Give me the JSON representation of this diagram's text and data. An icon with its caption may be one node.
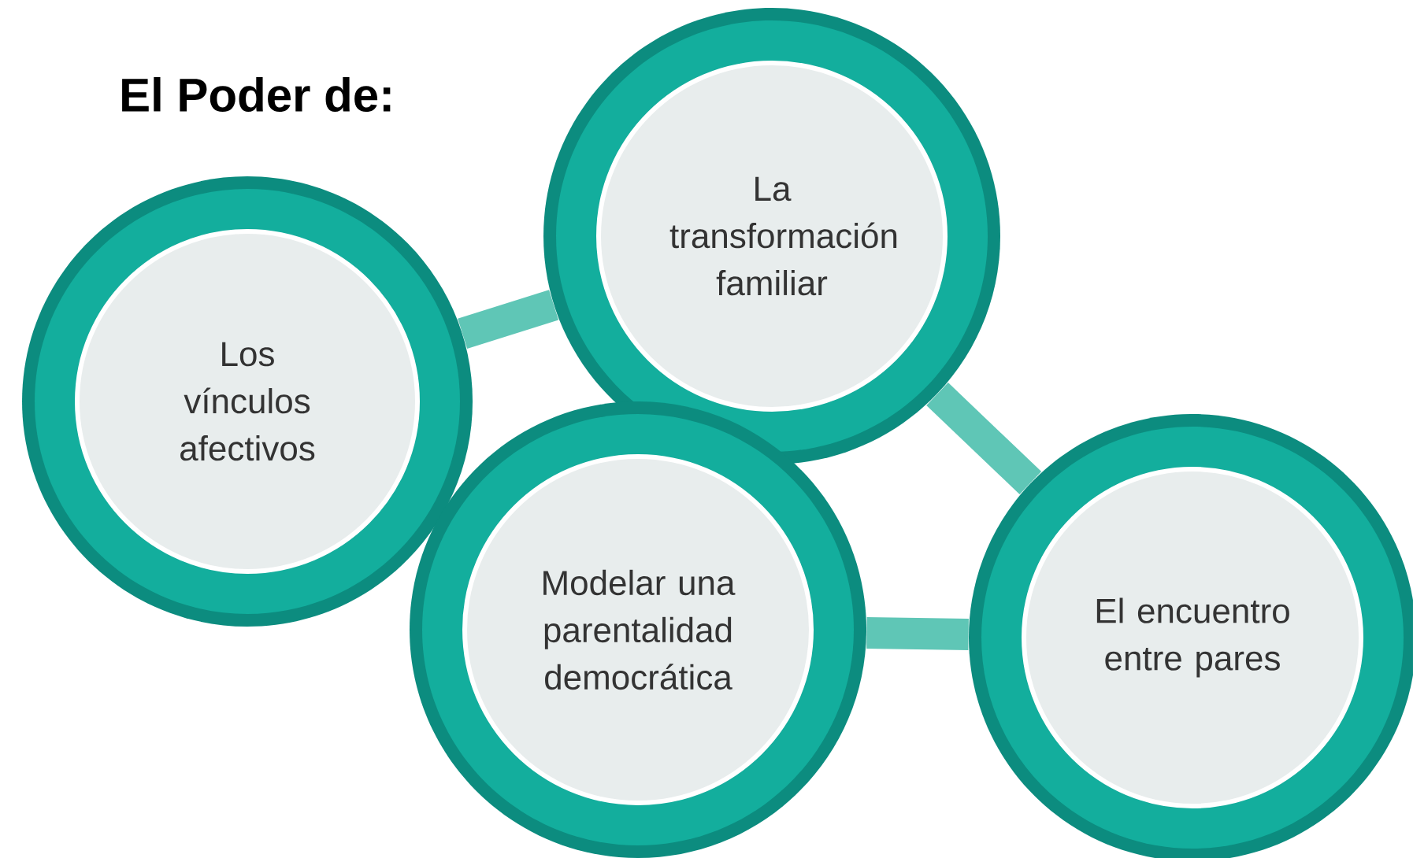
{
  "diagram": {
    "title": "El Poder de:",
    "nodes": [
      {
        "text": [
          "Los vínculos afectivos"
        ]
      },
      {
        "text": [
          "La transformación familiar"
        ]
      },
      {
        "text": [
          "Modelar una parentalidad democrática"
        ]
      },
      {
        "text": [
          "El encuentro entre pares"
        ]
      }
    ],
    "edges": [
      {
        "from": 0,
        "to": 1,
        "arrow": "none"
      },
      {
        "from": 1,
        "to": 3,
        "arrow": "none"
      },
      {
        "from": 2,
        "to": 3,
        "arrow": "none"
      }
    ]
  }
}
